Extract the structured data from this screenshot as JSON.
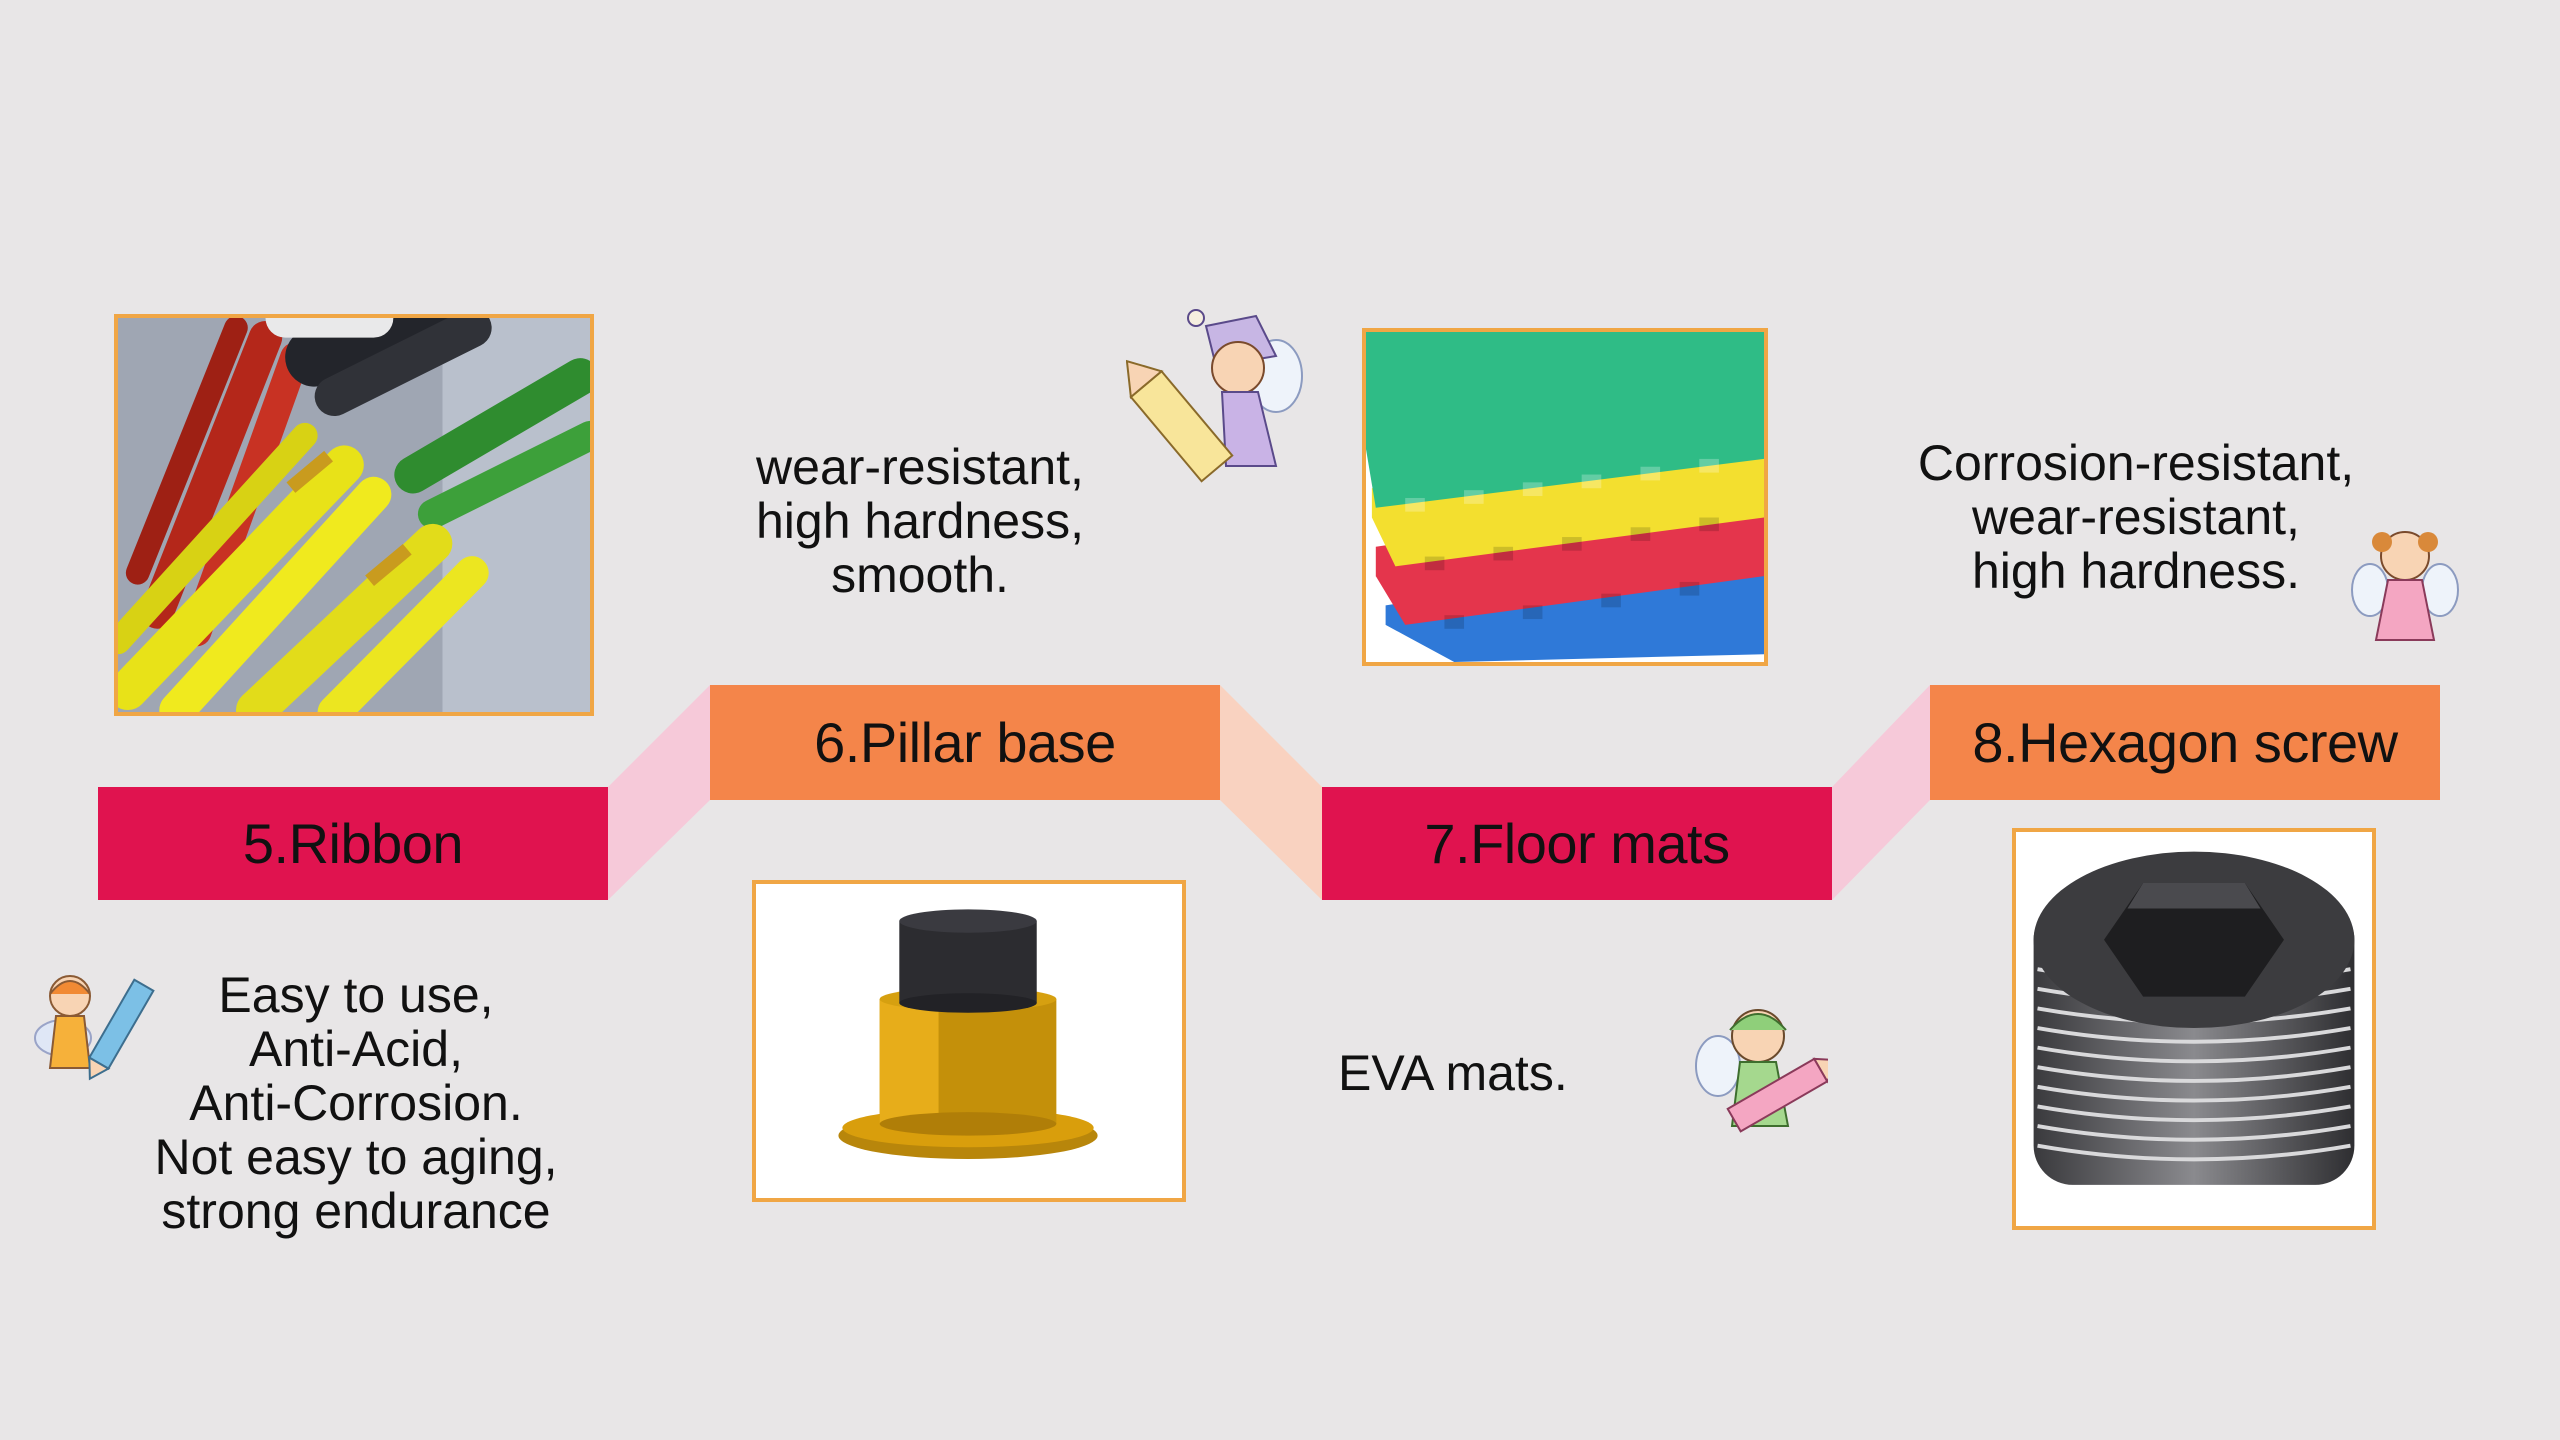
{
  "items": [
    {
      "label": "5.Ribbon",
      "description": [
        "Easy to use,",
        "Anti-Acid,",
        "Anti-Corrosion.",
        "Not easy to aging,",
        "strong endurance"
      ],
      "image_icon": "cable-ties-photo",
      "label_color": "#e0134f"
    },
    {
      "label": "6.Pillar base",
      "description": [
        "wear-resistant,",
        "high hardness,",
        "smooth."
      ],
      "image_icon": "pillar-base-render",
      "label_color": "#f4854a"
    },
    {
      "label": "7.Floor mats",
      "description": [
        "EVA mats."
      ],
      "image_icon": "foam-floor-mats-photo",
      "label_color": "#e0134f"
    },
    {
      "label": "8.Hexagon screw",
      "description": [
        "Corrosion-resistant,",
        "wear-resistant,",
        "high hardness."
      ],
      "image_icon": "hexagon-socket-screw-render",
      "label_color": "#f4854a"
    }
  ],
  "colors": {
    "background": "#e8e6e7",
    "frame_border": "#f0a645",
    "connector_pink": "#f6c9d9",
    "connector_peach": "#f9d2c0"
  }
}
